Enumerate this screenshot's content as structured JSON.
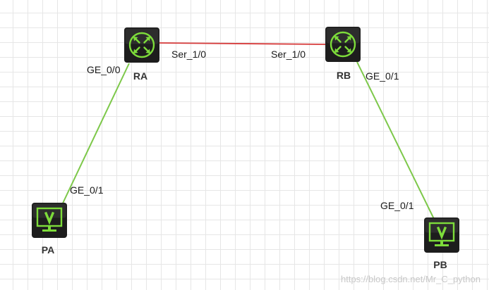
{
  "colors": {
    "serial_link": "#d63a3a",
    "ethernet_link": "#7dc84a",
    "device_body": "#1d1d1d",
    "device_accent": "#7ddc3a",
    "grid": "#e6e6e6"
  },
  "nodes": {
    "ra": {
      "label": "RA",
      "icon": "router-icon"
    },
    "rb": {
      "label": "RB",
      "icon": "router-icon"
    },
    "pa": {
      "label": "PA",
      "icon": "pc-monitor-icon"
    },
    "pb": {
      "label": "PB",
      "icon": "pc-monitor-icon"
    }
  },
  "links": {
    "ra_rb": {
      "type": "serial",
      "a_port": "Ser_1/0",
      "b_port": "Ser_1/0"
    },
    "ra_pa": {
      "type": "ethernet",
      "a_port": "GE_0/0",
      "b_port": "GE_0/1"
    },
    "rb_pb": {
      "type": "ethernet",
      "a_port": "GE_0/1",
      "b_port": "GE_0/1"
    }
  },
  "watermark": "https://blog.csdn.net/Mr_C_python"
}
